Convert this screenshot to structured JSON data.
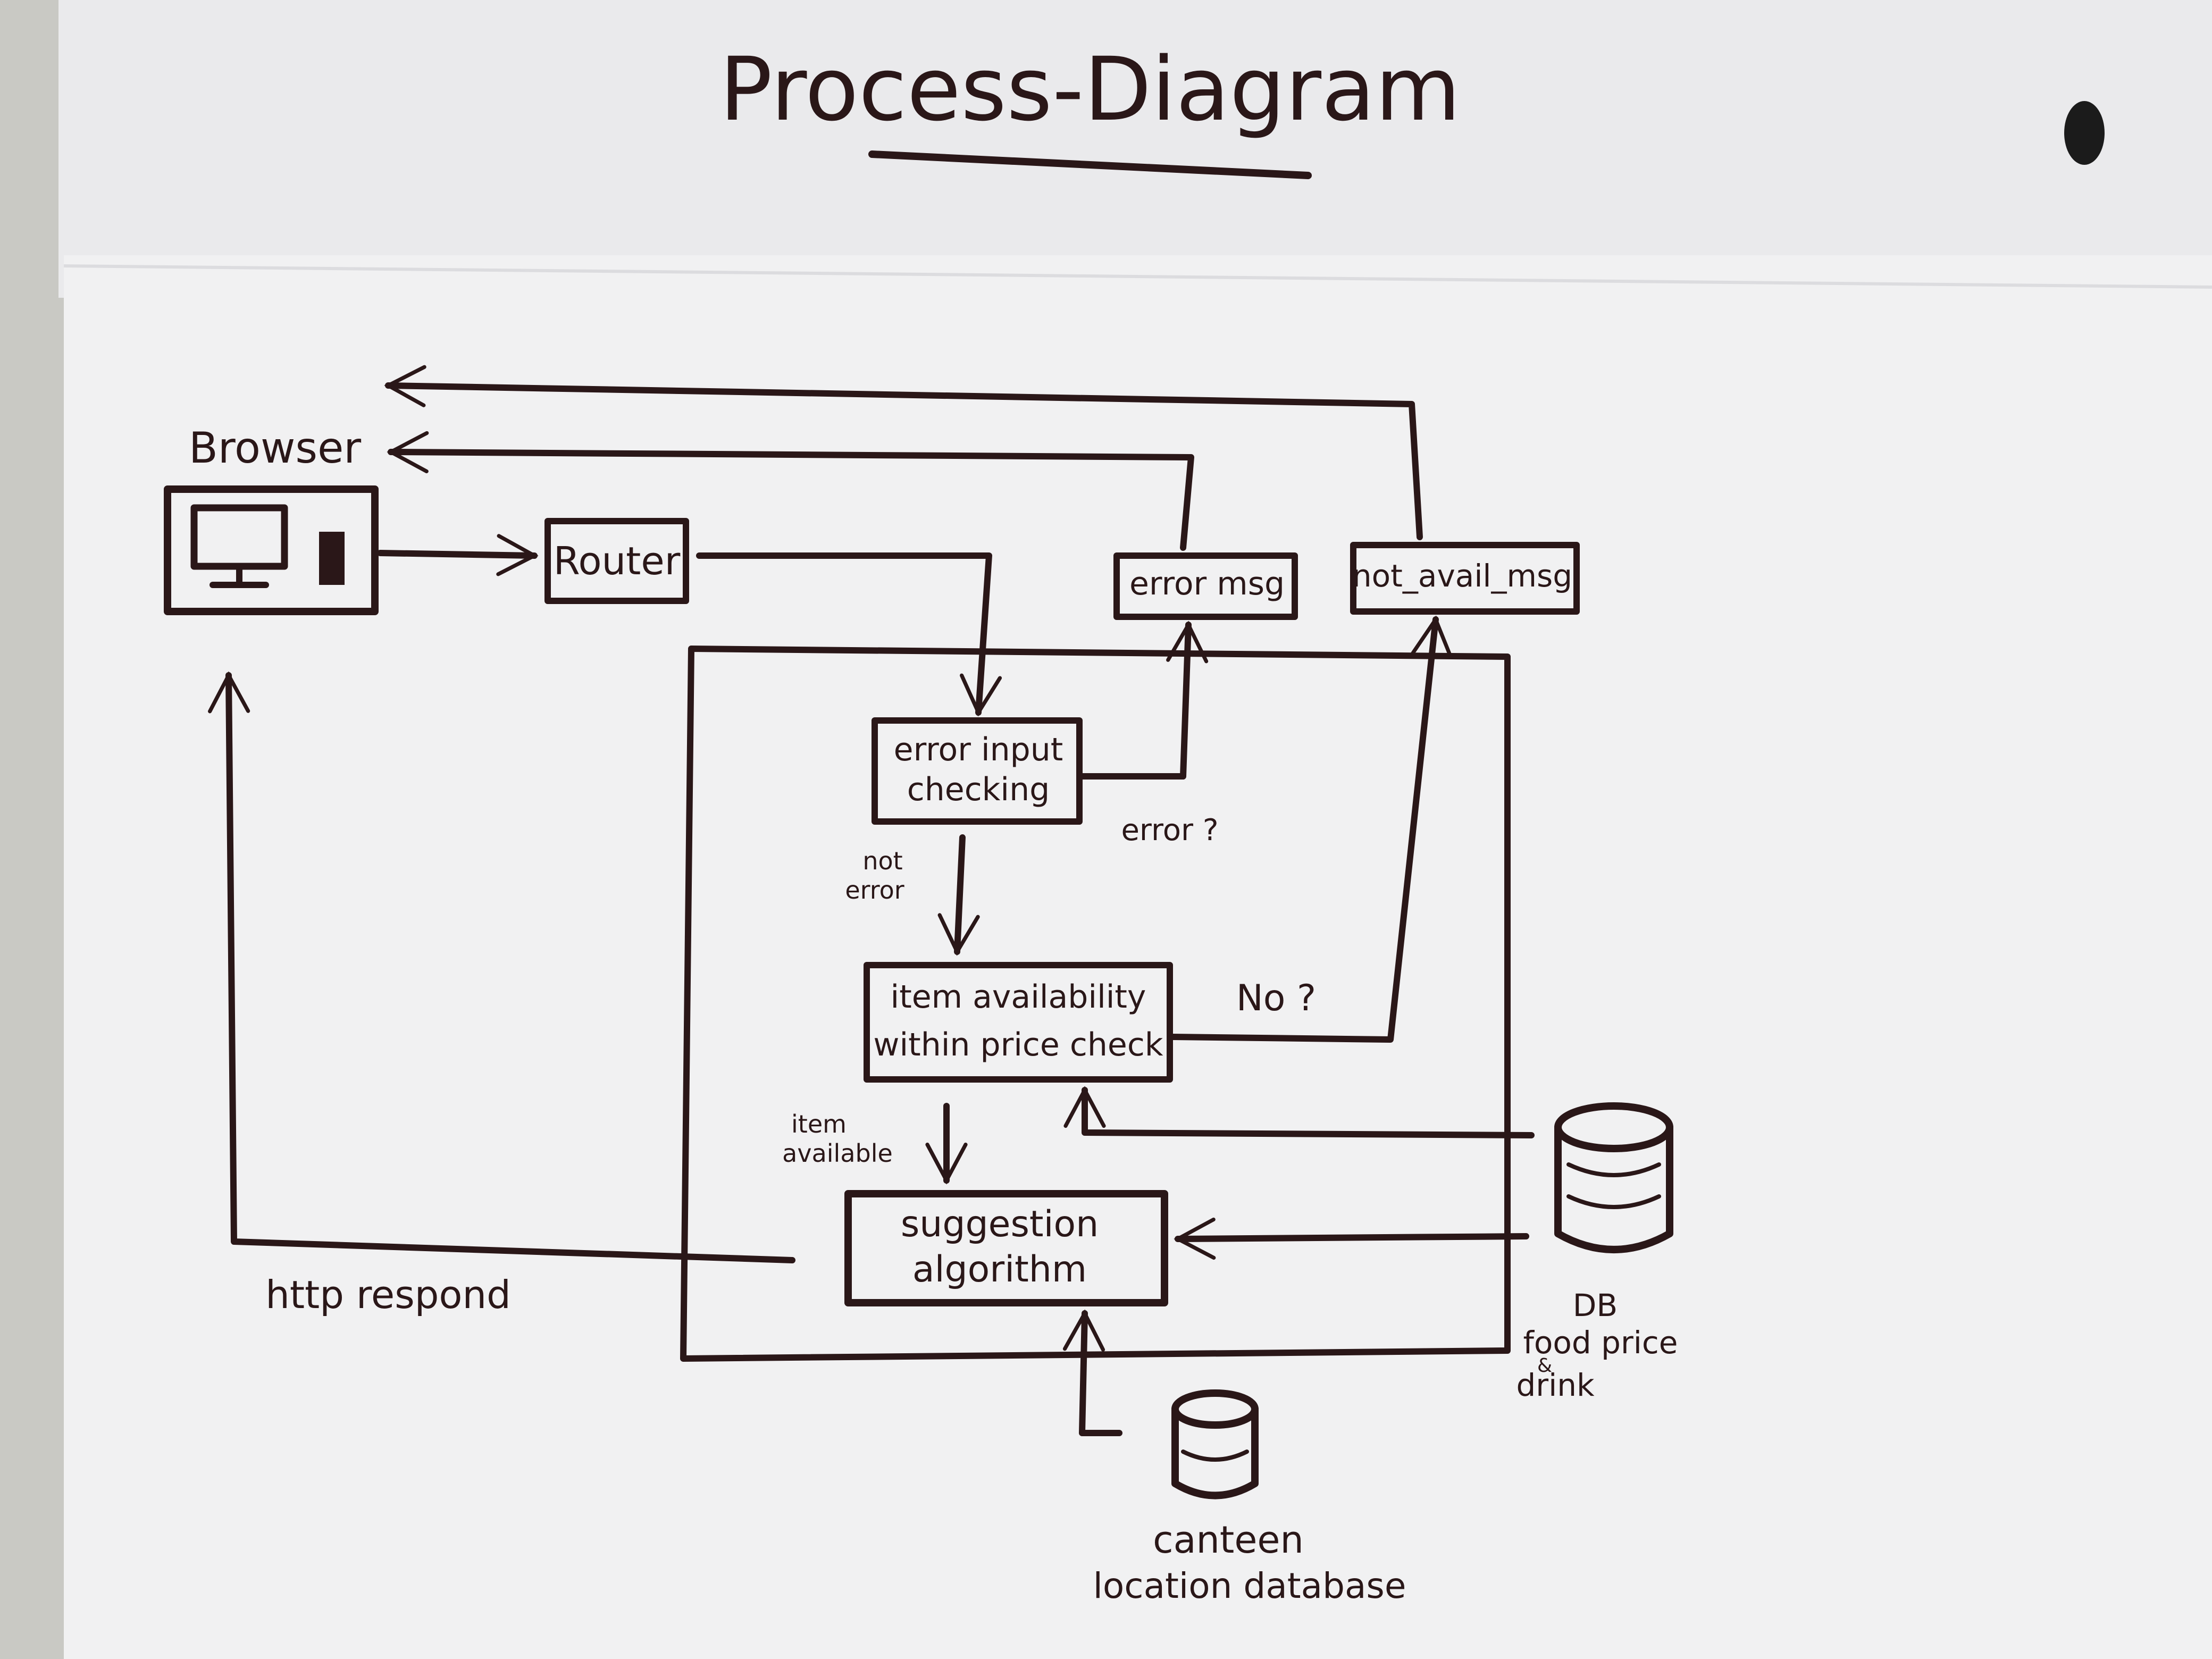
{
  "title": "Process-Diagram",
  "nodes": {
    "browser": {
      "label": "Browser"
    },
    "router": {
      "label": "Router"
    },
    "error_msg": {
      "label": "error msg"
    },
    "not_avail_msg": {
      "label": "not_avail_msg"
    },
    "error_check": {
      "line1": "error input",
      "line2": "checking"
    },
    "availability_check": {
      "line1": "item availability",
      "line2": "within price check"
    },
    "suggestion": {
      "line1": "suggestion",
      "line2": "algorithm"
    },
    "db_food": {
      "line1": "DB",
      "line2": "food price",
      "line3": "&",
      "line4": "drink"
    },
    "db_canteen": {
      "line1": "canteen",
      "line2": "location database"
    }
  },
  "edges": {
    "error_branch": "error ?",
    "not_error": {
      "line1": "not",
      "line2": "error"
    },
    "no_branch": "No ?",
    "item_available": {
      "line1": "item",
      "line2": "available"
    },
    "http_respond": "http respond"
  },
  "colors": {
    "ink": "#2a1718",
    "paper": "#f1f1f2",
    "background": "#c9c9c4"
  }
}
